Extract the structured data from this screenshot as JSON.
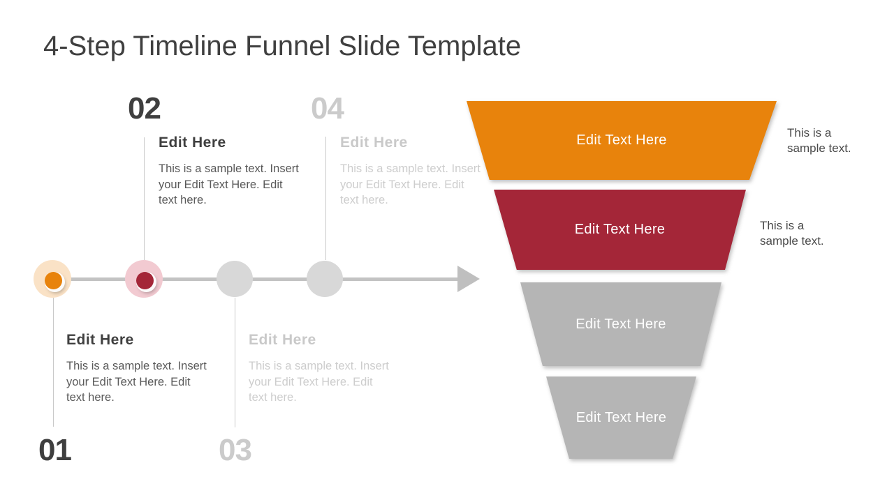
{
  "slide": {
    "title": "4-Step Timeline Funnel Slide Template"
  },
  "colors": {
    "title_text": "#3F3F3F",
    "body_text": "#595959",
    "inactive_text": "#C9C9C9",
    "caption_text": "#4A4A4A",
    "timeline_line": "#C3C3C3",
    "arrow": "#BFBFBF",
    "funnel_label_text": "#FFFFFF"
  },
  "timeline": {
    "steps": [
      {
        "number": "01",
        "heading": "Edit Here",
        "body": "This is a sample text. Insert your Edit Text Here. Edit text here.",
        "state": "active",
        "label_position": "below",
        "dot_color": "#E8830C",
        "halo_color": "#FAE2C6"
      },
      {
        "number": "02",
        "heading": "Edit Here",
        "body": "This is a sample text. Insert your Edit Text Here. Edit text here.",
        "state": "active",
        "label_position": "above",
        "dot_color": "#A42638",
        "halo_color": "#F2CAD1"
      },
      {
        "number": "03",
        "heading": "Edit Here",
        "body": "This is a sample text. Insert your Edit Text Here. Edit text here.",
        "state": "inactive",
        "label_position": "below",
        "dot_color": "#D8D8D8"
      },
      {
        "number": "04",
        "heading": "Edit Here",
        "body": "This is a sample text. Insert your Edit Text Here. Edit text here.",
        "state": "inactive",
        "label_position": "above",
        "dot_color": "#D8D8D8"
      }
    ]
  },
  "funnel": {
    "segments": [
      {
        "label": "Edit Text Here",
        "color": "#E8830C",
        "caption": "This is a sample text."
      },
      {
        "label": "Edit Text Here",
        "color": "#A42638",
        "caption": "This is a sample text."
      },
      {
        "label": "Edit Text Here",
        "color": "#B5B5B5"
      },
      {
        "label": "Edit Text Here",
        "color": "#B5B5B5"
      }
    ]
  }
}
